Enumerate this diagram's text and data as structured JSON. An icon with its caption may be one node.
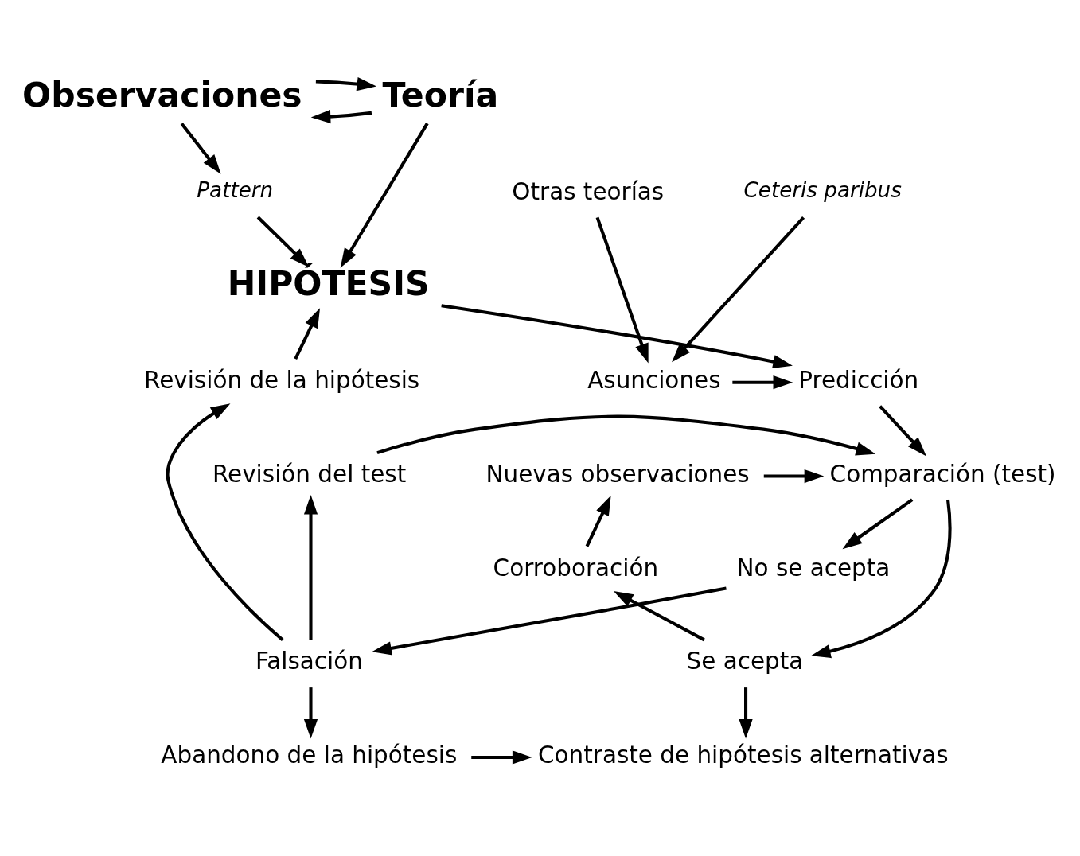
{
  "diagram": {
    "nodes": [
      {
        "text": [
          "Observaciones"
        ]
      },
      {
        "text": [
          "Teoría"
        ]
      },
      {
        "text": [
          "Pattern"
        ]
      },
      {
        "text": [
          "HIPÓTESIS"
        ]
      },
      {
        "text": [
          "Otras teorías"
        ]
      },
      {
        "text": [
          "Ceteris paribus"
        ]
      },
      {
        "text": [
          "Revisión de la hipótesis"
        ]
      },
      {
        "text": [
          "Predicción"
        ]
      },
      {
        "text": [
          "Asunciones"
        ]
      },
      {
        "text": [
          "Revisión del test"
        ]
      },
      {
        "text": [
          "Comparación (test)"
        ]
      },
      {
        "text": [
          "Nuevas observaciones"
        ]
      },
      {
        "text": [
          "Corroboración"
        ]
      },
      {
        "text": [
          "No se acepta"
        ]
      },
      {
        "text": [
          "Se acepta"
        ]
      },
      {
        "text": [
          "Falsación"
        ]
      },
      {
        "text": [
          "Abandono de la hipótesis"
        ]
      },
      {
        "text": [
          "Contraste de hipótesis alternativas"
        ]
      }
    ],
    "edges": [
      {
        "from": 1,
        "to": 0,
        "arrow": "to"
      },
      {
        "from": 0,
        "to": 1,
        "arrow": "to"
      },
      {
        "from": 0,
        "to": 2,
        "arrow": "to"
      },
      {
        "from": 2,
        "to": 3,
        "arrow": "to"
      },
      {
        "from": 1,
        "to": 3,
        "arrow": "to"
      },
      {
        "from": 6,
        "to": 3,
        "arrow": "to"
      },
      {
        "from": 3,
        "to": 7,
        "arrow": "to"
      },
      {
        "from": 4,
        "to": 8,
        "arrow": "to"
      },
      {
        "from": 5,
        "to": 8,
        "arrow": "to"
      },
      {
        "from": 8,
        "to": 7,
        "arrow": "to"
      },
      {
        "from": 7,
        "to": 10,
        "arrow": "to"
      },
      {
        "from": 9,
        "to": 10,
        "arrow": "to"
      },
      {
        "from": 11,
        "to": 10,
        "arrow": "to"
      },
      {
        "from": 10,
        "to": 13,
        "arrow": "to"
      },
      {
        "from": 10,
        "to": 14,
        "arrow": "to"
      },
      {
        "from": 13,
        "to": 15,
        "arrow": "to"
      },
      {
        "from": 15,
        "to": 6,
        "arrow": "to"
      },
      {
        "from": 15,
        "to": 9,
        "arrow": "to"
      },
      {
        "from": 14,
        "to": 12,
        "arrow": "to"
      },
      {
        "from": 12,
        "to": 11,
        "arrow": "to"
      },
      {
        "from": 14,
        "to": 17,
        "arrow": "to"
      },
      {
        "from": 15,
        "to": 16,
        "arrow": "to"
      },
      {
        "from": 16,
        "to": 17,
        "arrow": "to"
      }
    ]
  }
}
